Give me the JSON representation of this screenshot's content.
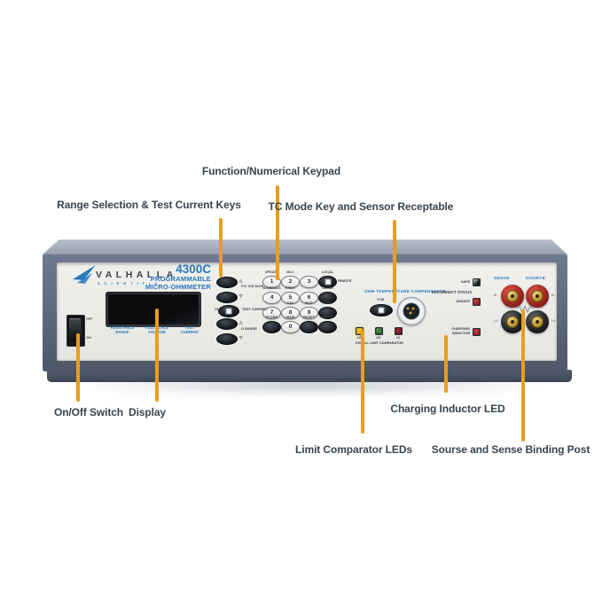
{
  "colors": {
    "accent_orange": "#E99D1E",
    "brand_blue": "#2878BC",
    "case_slate": "#5F6B7E",
    "panel": "#EAEAE7",
    "led_amber": "#E0AA1E",
    "led_green": "#41713C",
    "led_red": "#8E2228"
  },
  "annotations": {
    "range_keys": "Range Selection & Test Current Keys",
    "function_keypad": "Function/Numerical Keypad",
    "tc_mode": "TC Mode Key and Sensor Receptable",
    "on_off": "On/Off Switch",
    "display": "Display",
    "limit_comparator": "Limit Comparator LEDs",
    "charging_inductor": "Charging Inductor LED",
    "binding_post": "Sourse and Sense Binding Post"
  },
  "device": {
    "brand": "VALHALLA",
    "brand_sub": "SCIENTIFIC",
    "model": "4300C",
    "model_sub1": "PROGRAMMABLE",
    "model_sub2": "MICRO-OHMMETER",
    "power_off": "OFF",
    "power_on": "ON",
    "display_captions": [
      {
        "l1": "RESISTANCE",
        "l2": "RANGE"
      },
      {
        "l1": "FULL SCALE",
        "l2": "VOLTAGE"
      },
      {
        "l1": "TEST",
        "l2": "CURRENT"
      }
    ],
    "range_keys": {
      "up": "△",
      "down": "▽",
      "fs_voltage": "F.S. VOLTAGE",
      "on": "ON",
      "test_current": "TEST CURRENT",
      "ohm_range": "Ω RANGE"
    },
    "keypad": {
      "remote": "REMOTE",
      "rows": [
        {
          "keys": [
            {
              "top": "UPDATE",
              "cap": "1"
            },
            {
              "top": "MLC",
              "cap": "2"
            },
            {
              "top": "",
              "cap": "3"
            },
            {
              "top": "LOCAL",
              "cap": ""
            }
          ]
        },
        {
          "keys": [
            {
              "top": "NOMINALS",
              "cap": "4"
            },
            {
              "top": "PRINT",
              "cap": "5"
            },
            {
              "top": "",
              "cap": "6"
            },
            {
              "top": "CLEAR",
              "cap": ""
            }
          ]
        },
        {
          "keys": [
            {
              "top": "",
              "cap": "7"
            },
            {
              "top": "CAL",
              "cap": "8"
            },
            {
              "top": "BCD",
              "cap": "9"
            },
            {
              "top": "FUNC",
              "cap": ""
            }
          ]
        },
        {
          "keys": [
            {
              "top": "STORE",
              "cap": ""
            },
            {
              "top": "VIEW",
              "cap": "0"
            },
            {
              "top": "RESET",
              "cap": ""
            },
            {
              "top": "ENTER",
              "cap": ""
            }
          ]
        }
      ]
    },
    "tc": {
      "title": "OHM TEMPERATURE COMPENSATOR",
      "key_label": "TCM"
    },
    "disconnect": {
      "title": "DISCONNECT STATUS",
      "safe": "SAFE",
      "unsafe": "UNSAFE"
    },
    "charging": {
      "l1": "CHARGING",
      "l2": "INDUCTOR"
    },
    "comparator": {
      "title": "DIGITAL LIMIT COMPARATOR",
      "leds": [
        {
          "label": "LO"
        },
        {
          "label": "GO"
        },
        {
          "label": "HI"
        }
      ]
    },
    "binding": {
      "sense": "SENSE",
      "source": "SOURCE",
      "hi": "HI",
      "lo": "LO"
    }
  }
}
